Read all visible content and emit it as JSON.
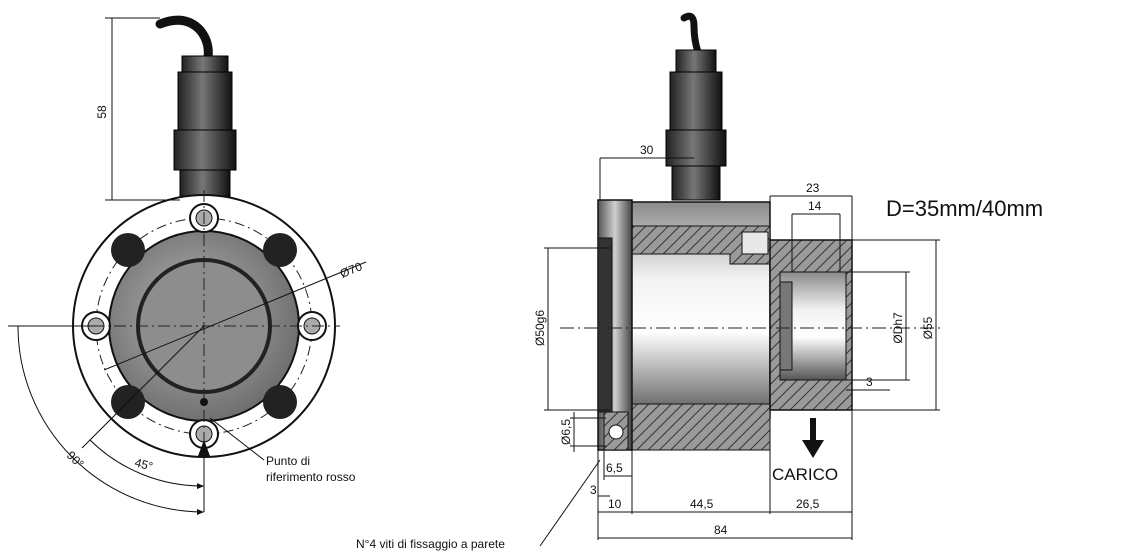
{
  "front_view": {
    "dim_height": "58",
    "dim_diameter": "Ø70",
    "angle_90": "90°",
    "angle_45": "45°",
    "red_reference_line1": "Punto di",
    "red_reference_line2": "riferimento rosso"
  },
  "side_view": {
    "dim_30": "30",
    "dim_23": "23",
    "dim_14": "14",
    "dim_bore": "Ø50g6",
    "dim_load_bore": "ØDh7",
    "dim_outer": "Ø55",
    "dim_3_right": "3",
    "dim_hole": "Ø6,5",
    "dim_6_5": "6,5",
    "dim_3_left": "3",
    "dim_10": "10",
    "dim_44_5": "44,5",
    "dim_26_5": "26,5",
    "dim_84": "84",
    "load_label": "CARICO",
    "screws_note": "N°4 viti di fissaggio a parete"
  },
  "spec_text": "D=35mm/40mm"
}
